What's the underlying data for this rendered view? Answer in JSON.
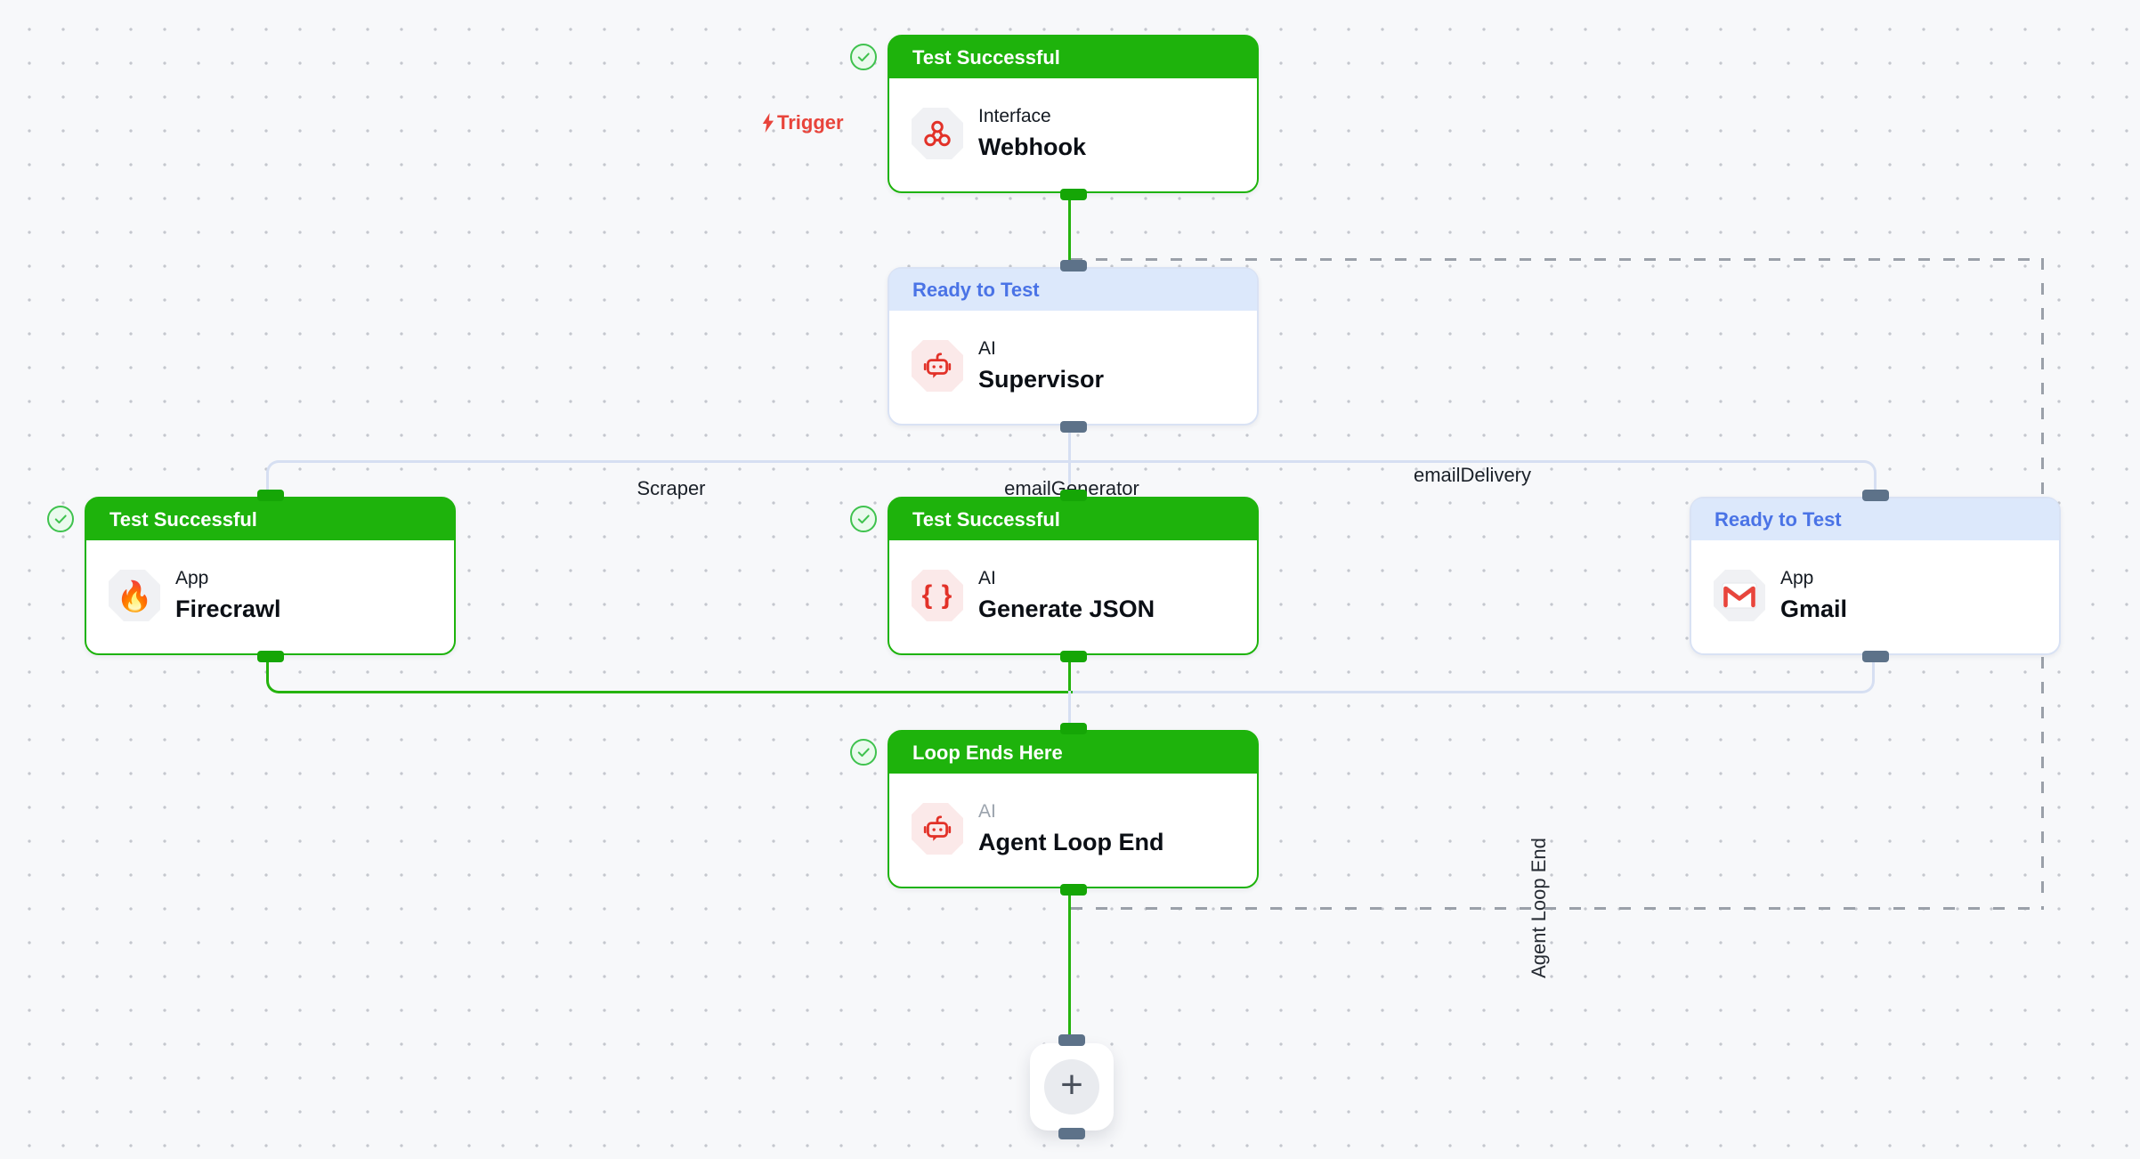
{
  "canvas": {
    "background": "#f7f8fa",
    "dot_color": "#c4c7ce"
  },
  "colors": {
    "success_green": "#1eb30c",
    "connector_green": "#25b30e",
    "ready_header_bg": "#dce8fb",
    "ready_header_text": "#4a73e6",
    "connector_blue": "#d6dff2",
    "handle_slate": "#5d7289",
    "accent_red": "#e8443b",
    "icon_red": "#e23128",
    "dashed_gray": "#9aa0a9"
  },
  "trigger": {
    "label": "Trigger",
    "icon": "lightning-bolt-icon"
  },
  "nodes": [
    {
      "id": "webhook",
      "status": "Test Successful",
      "category": "Interface",
      "name": "Webhook",
      "icon": "webhook-icon",
      "checked": true
    },
    {
      "id": "supervisor",
      "status": "Ready to Test",
      "category": "AI",
      "name": "Supervisor",
      "icon": "robot-chat-icon",
      "checked": false
    },
    {
      "id": "firecrawl",
      "status": "Test Successful",
      "category": "App",
      "name": "Firecrawl",
      "icon": "fire-icon",
      "checked": true
    },
    {
      "id": "generate-json",
      "status": "Test Successful",
      "category": "AI",
      "name": "Generate JSON",
      "icon": "braces-icon",
      "checked": true
    },
    {
      "id": "gmail",
      "status": "Ready to Test",
      "category": "App",
      "name": "Gmail",
      "icon": "gmail-icon",
      "checked": false
    },
    {
      "id": "agent-loop-end",
      "status": "Loop Ends Here",
      "category": "AI",
      "name": "Agent Loop End",
      "icon": "robot-chat-icon",
      "checked": true
    }
  ],
  "edge_labels": [
    {
      "text": "Scraper"
    },
    {
      "text": "emailGenerator"
    },
    {
      "text": "emailDelivery"
    }
  ],
  "group": {
    "label": "Agent Loop End"
  },
  "add_button": {
    "label": "+"
  },
  "icon_glyphs": {
    "braces": "{ }",
    "fire": "🔥"
  }
}
